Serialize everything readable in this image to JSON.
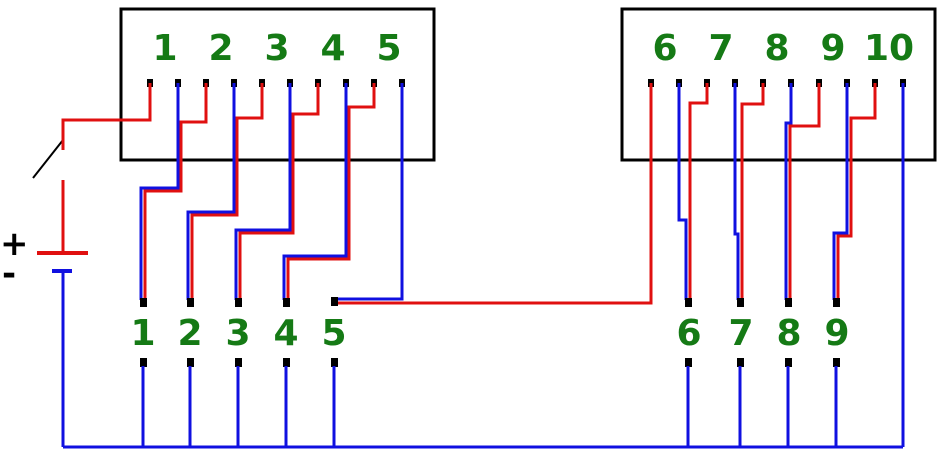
{
  "colors": {
    "positive_wire": "#e01010",
    "negative_wire": "#1010e0",
    "label": "#157a15",
    "outline": "#000000",
    "background": "#ffffff"
  },
  "battery": {
    "positive_sign": "+",
    "negative_sign": "-"
  },
  "left_connector": {
    "pin_labels": [
      "1",
      "2",
      "3",
      "4",
      "5"
    ]
  },
  "right_connector": {
    "pin_labels": [
      "6",
      "7",
      "8",
      "9",
      "10"
    ]
  },
  "lamp_row": {
    "labels": [
      "1",
      "2",
      "3",
      "4",
      "5",
      "6",
      "7",
      "8",
      "9"
    ]
  }
}
